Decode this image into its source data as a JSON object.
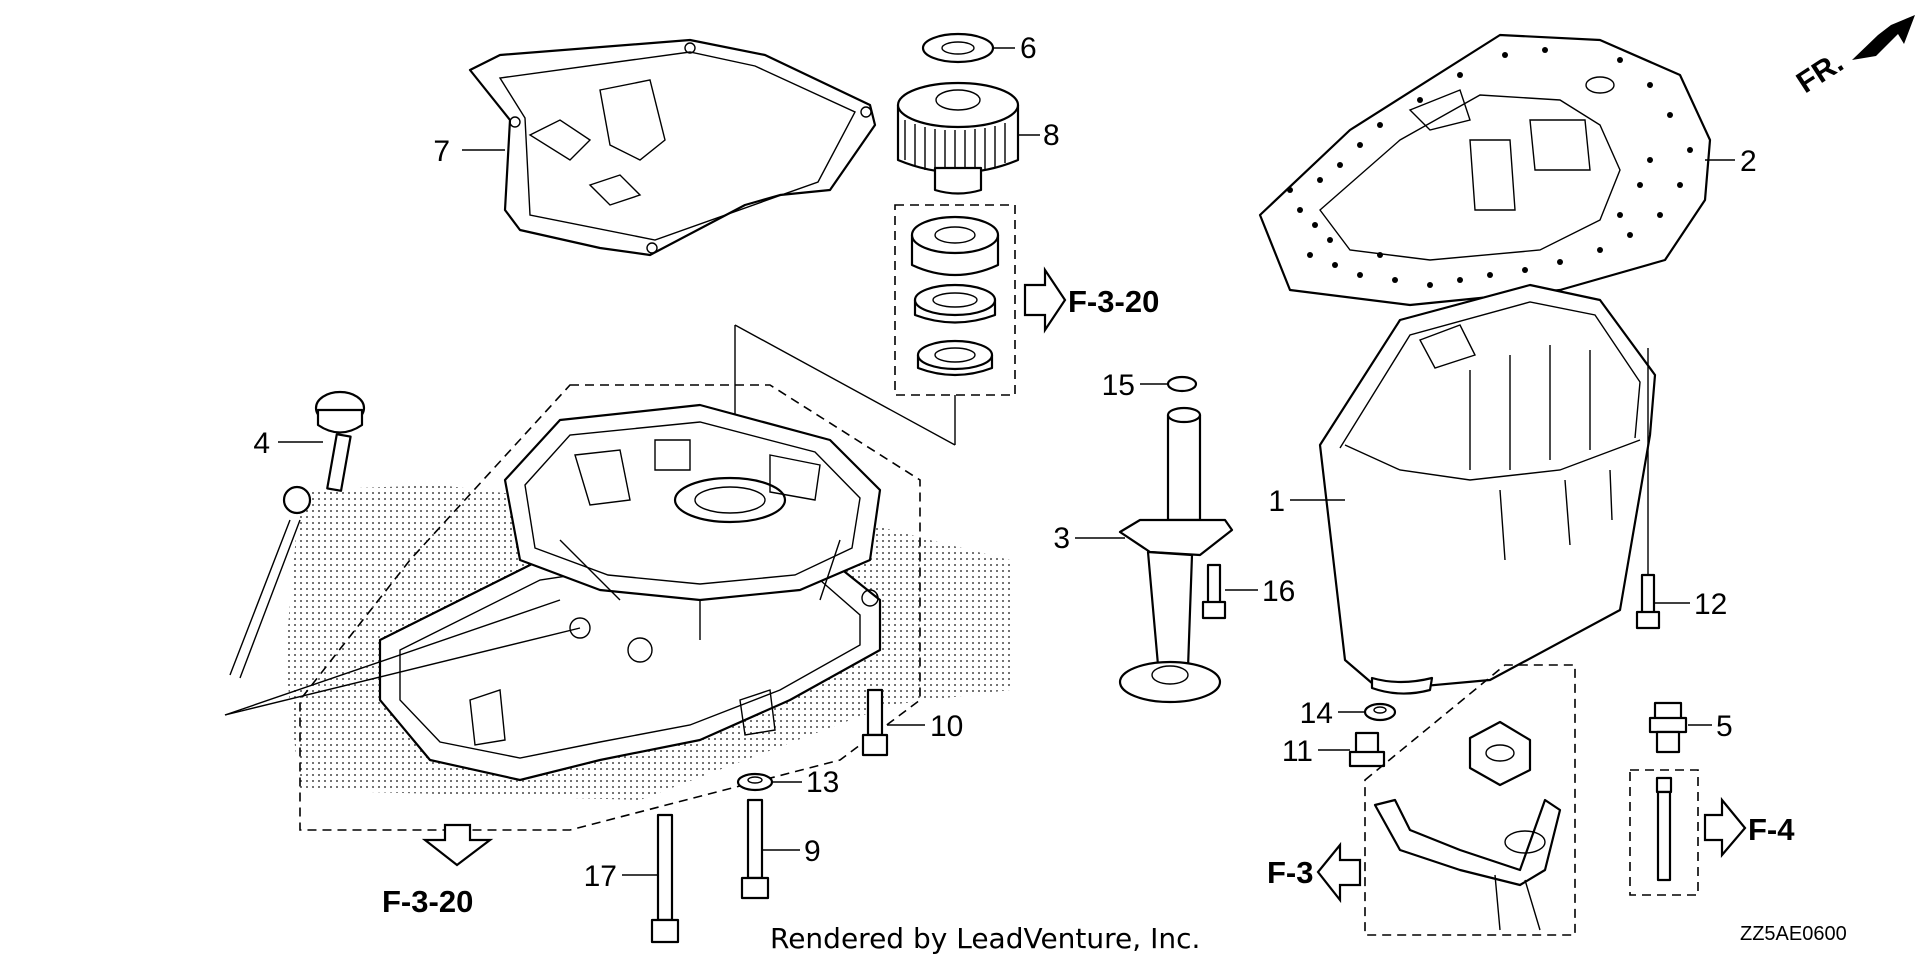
{
  "callouts": {
    "c1": "1",
    "c2": "2",
    "c3": "3",
    "c4": "4",
    "c5": "5",
    "c6": "6",
    "c7": "7",
    "c8": "8",
    "c9": "9",
    "c10": "10",
    "c11": "11",
    "c12": "12",
    "c13": "13",
    "c14": "14",
    "c15": "15",
    "c16": "16",
    "c17": "17"
  },
  "references": {
    "top_gear": "F-3-20",
    "bottom_left": "F-3-20",
    "bottom_right_left": "F-3",
    "bottom_right": "F-4"
  },
  "direction_label": "FR.",
  "credit": "Rendered by LeadVenture, Inc.",
  "diagram_code": "ZZ5AE0600"
}
